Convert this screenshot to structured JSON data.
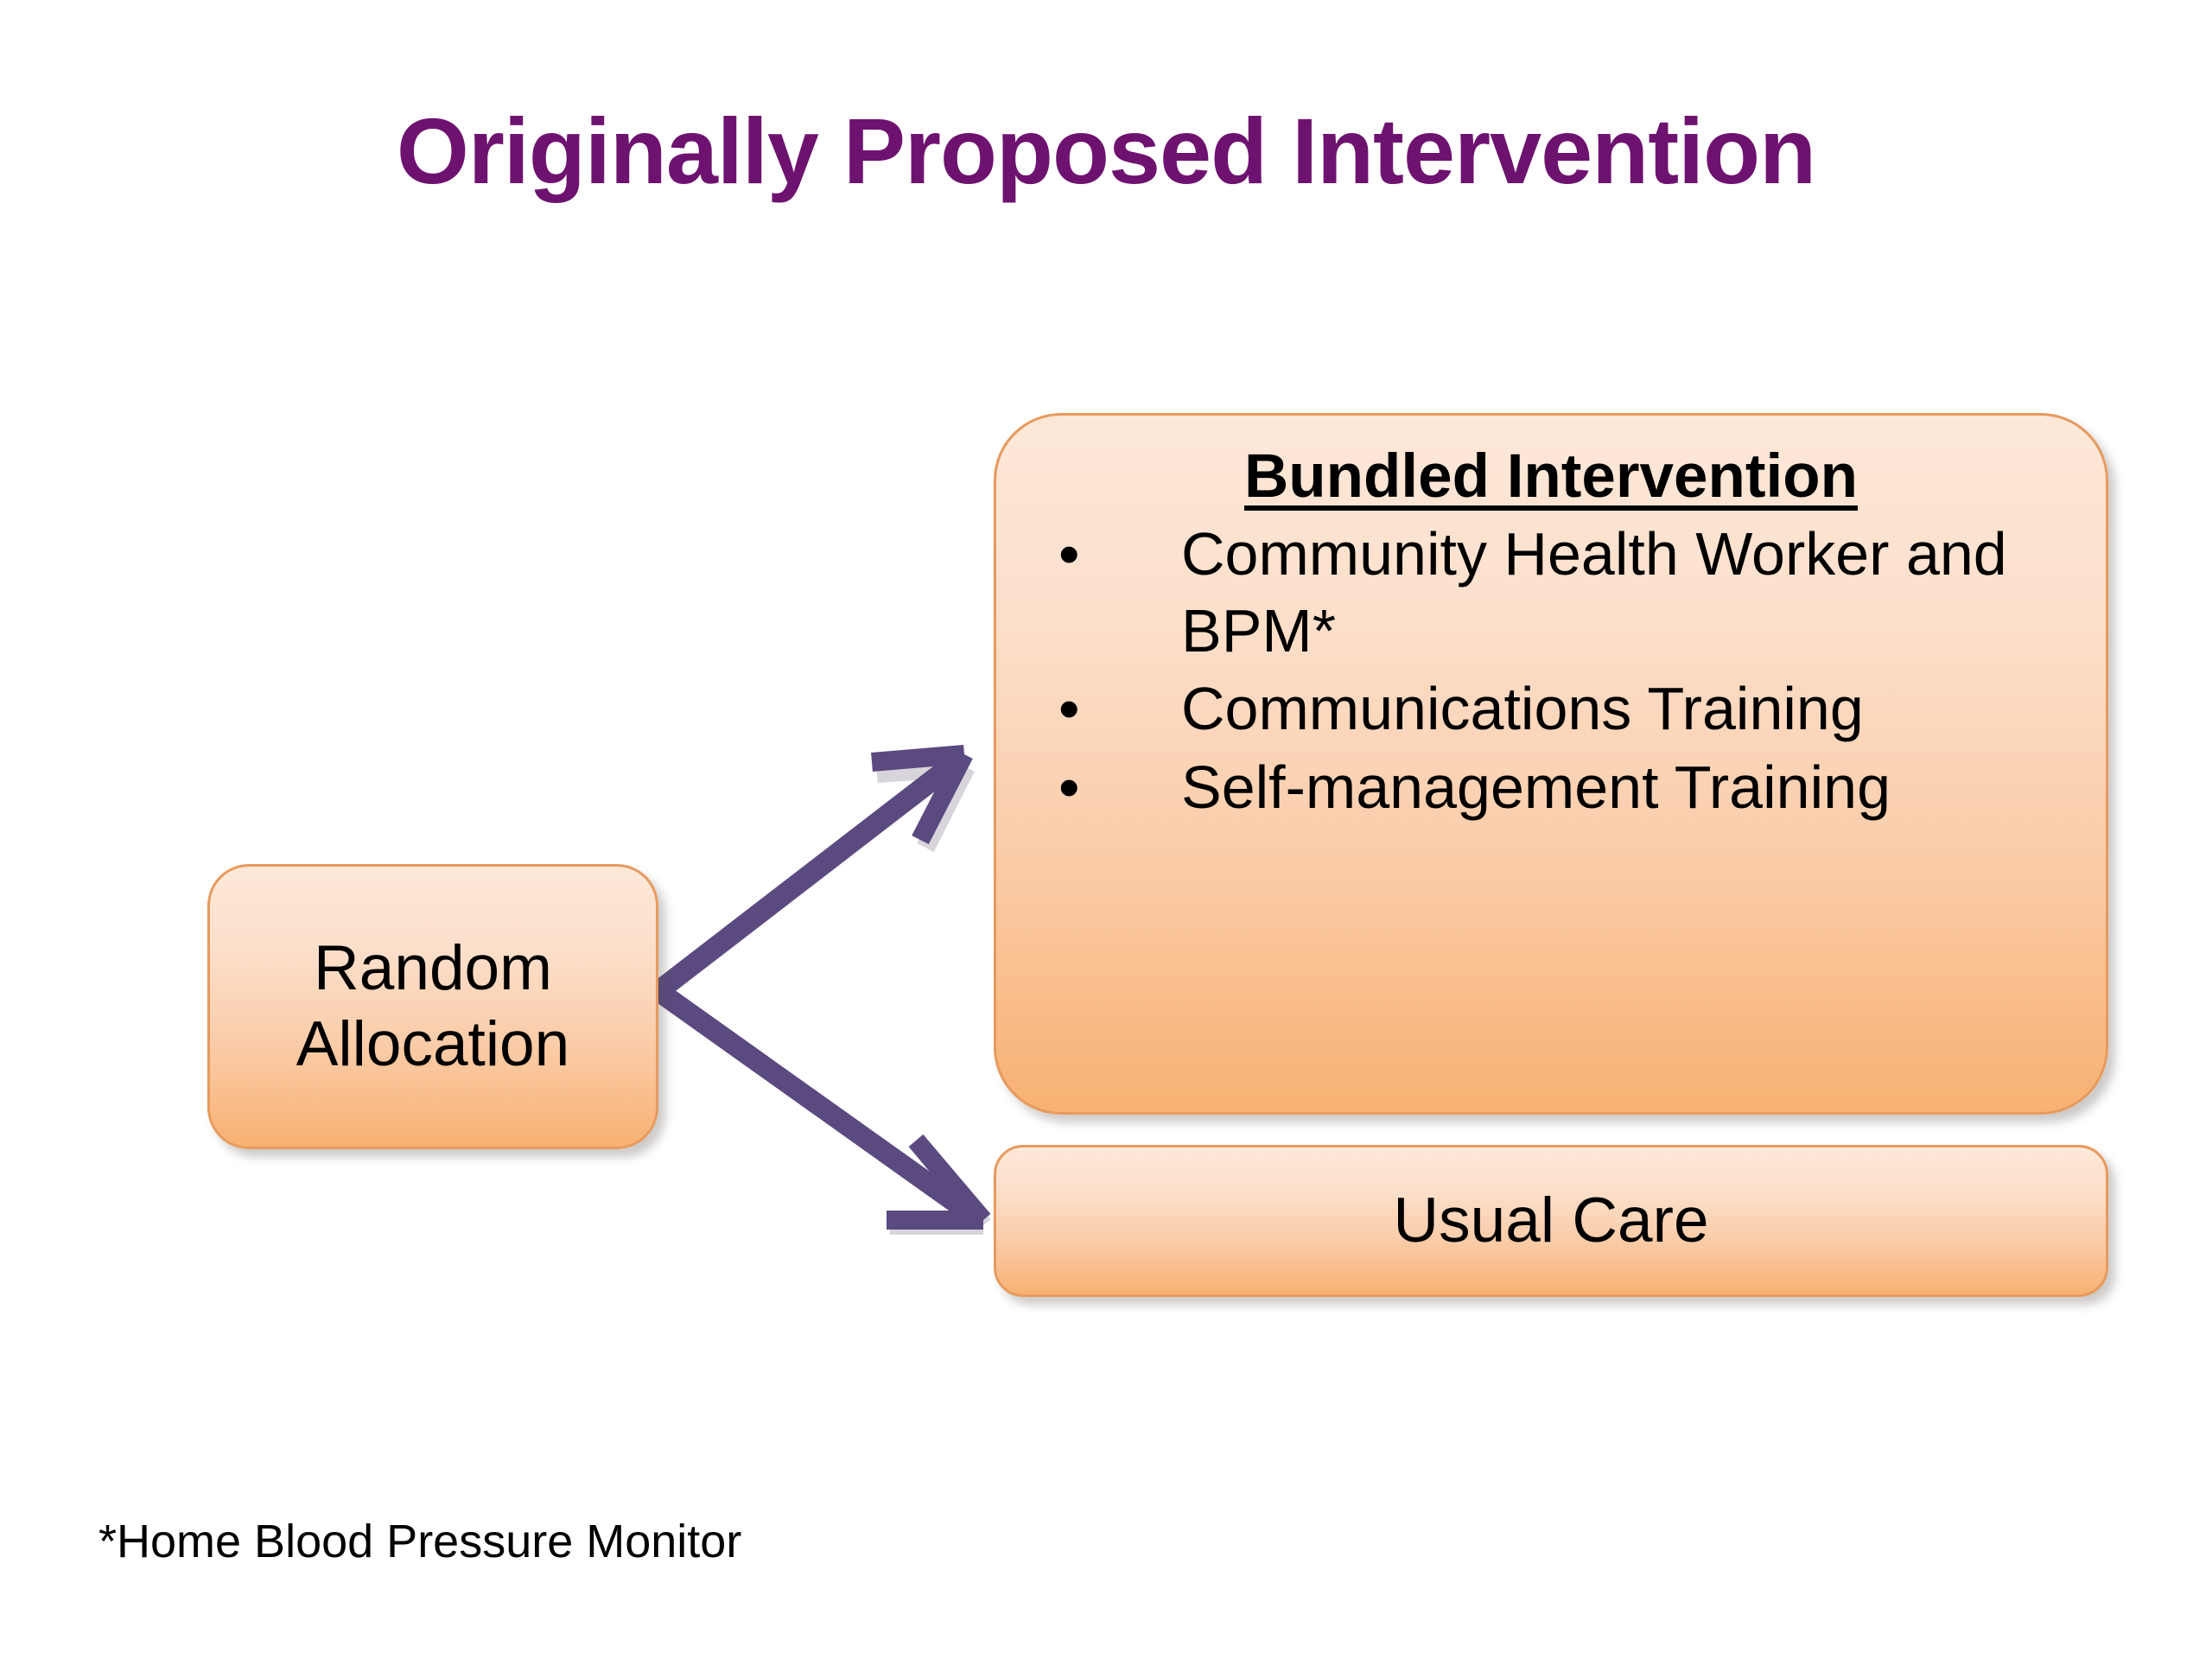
{
  "slide": {
    "title": "Originally Proposed Intervention",
    "title_color": "#6E1270",
    "background_color": "#FFFFFF"
  },
  "diagram": {
    "type": "flow",
    "accent_colors": {
      "node_fill_top": "#FDE8D8",
      "node_fill_bottom": "#F8B172",
      "node_border": "#E79A5E",
      "arrow": "#5B4A80",
      "text": "#000000"
    },
    "nodes": [
      {
        "id": "random-allocation",
        "label_lines": [
          "Random",
          "Allocation"
        ]
      },
      {
        "id": "bundled-intervention",
        "heading": "Bundled Intervention",
        "bullet_glyph": "•",
        "bullets": [
          "Community Health Worker and BPM*",
          "Communications Training",
          "Self-management Training"
        ]
      },
      {
        "id": "usual-care",
        "label": "Usual Care"
      }
    ],
    "edges": [
      {
        "id": "edge-to-bundled",
        "from": "random-allocation",
        "to": "bundled-intervention"
      },
      {
        "id": "edge-to-usual",
        "from": "random-allocation",
        "to": "usual-care"
      }
    ]
  },
  "footnote": {
    "text": "*Home Blood Pressure Monitor"
  }
}
